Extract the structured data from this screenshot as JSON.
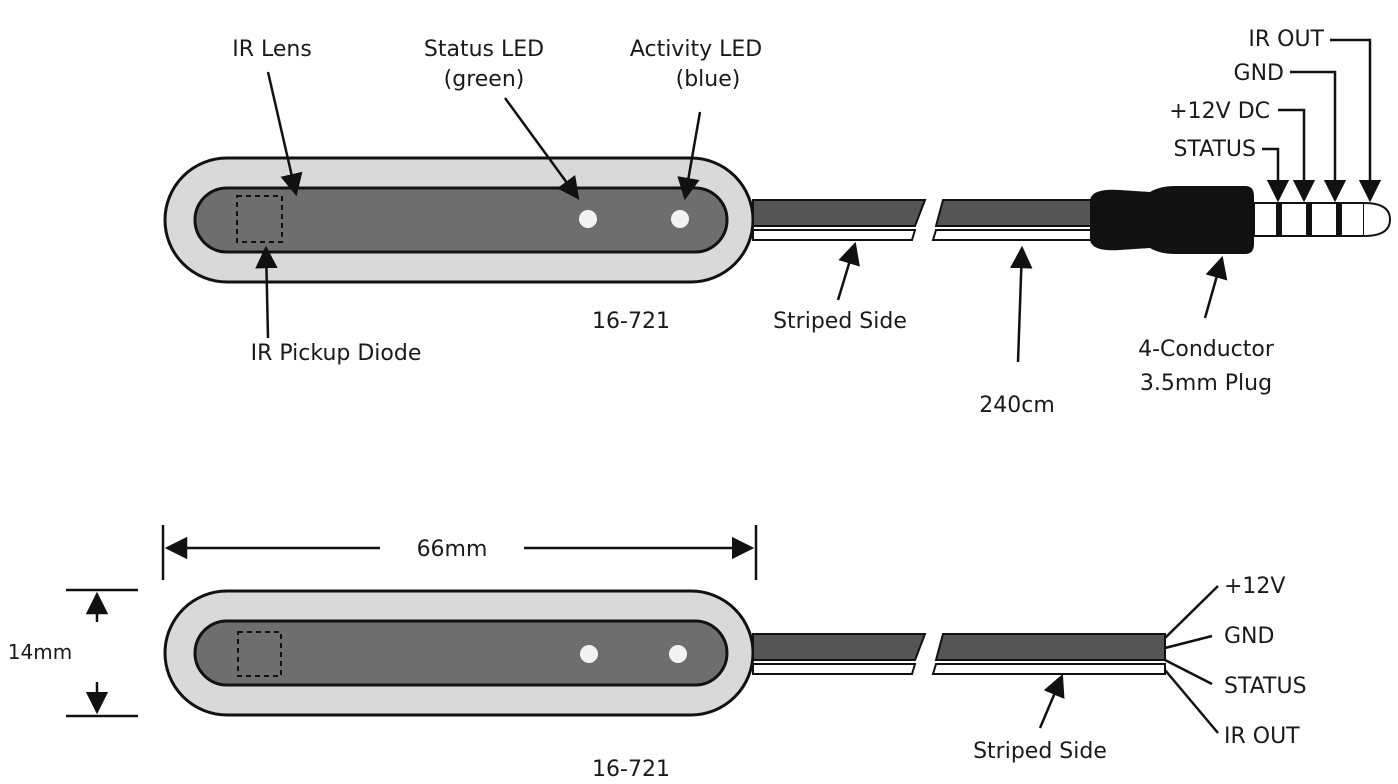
{
  "top": {
    "labels": {
      "ir_lens": "IR Lens",
      "status_led_1": "Status LED",
      "status_led_2": "(green)",
      "activity_led_1": "Activity LED",
      "activity_led_2": "(blue)",
      "ir_pickup_diode": "IR Pickup Diode",
      "part_number": "16-721",
      "striped_side": "Striped Side",
      "cable_length": "240cm",
      "plug_1": "4-Conductor",
      "plug_2": "3.5mm Plug"
    },
    "plug_pins": [
      "IR OUT",
      "GND",
      "+12V DC",
      "STATUS"
    ]
  },
  "bottom": {
    "labels": {
      "width_dim": "66mm",
      "height_dim": "14mm",
      "part_number": "16-721",
      "striped_side": "Striped Side"
    },
    "wires": [
      "+12V",
      "GND",
      "STATUS",
      "IR OUT"
    ]
  },
  "colors": {
    "body_outer": "#d9d9d9",
    "body_inner": "#6e6e6e",
    "cable": "#555555",
    "plug": "#111111",
    "outline": "#111111"
  }
}
